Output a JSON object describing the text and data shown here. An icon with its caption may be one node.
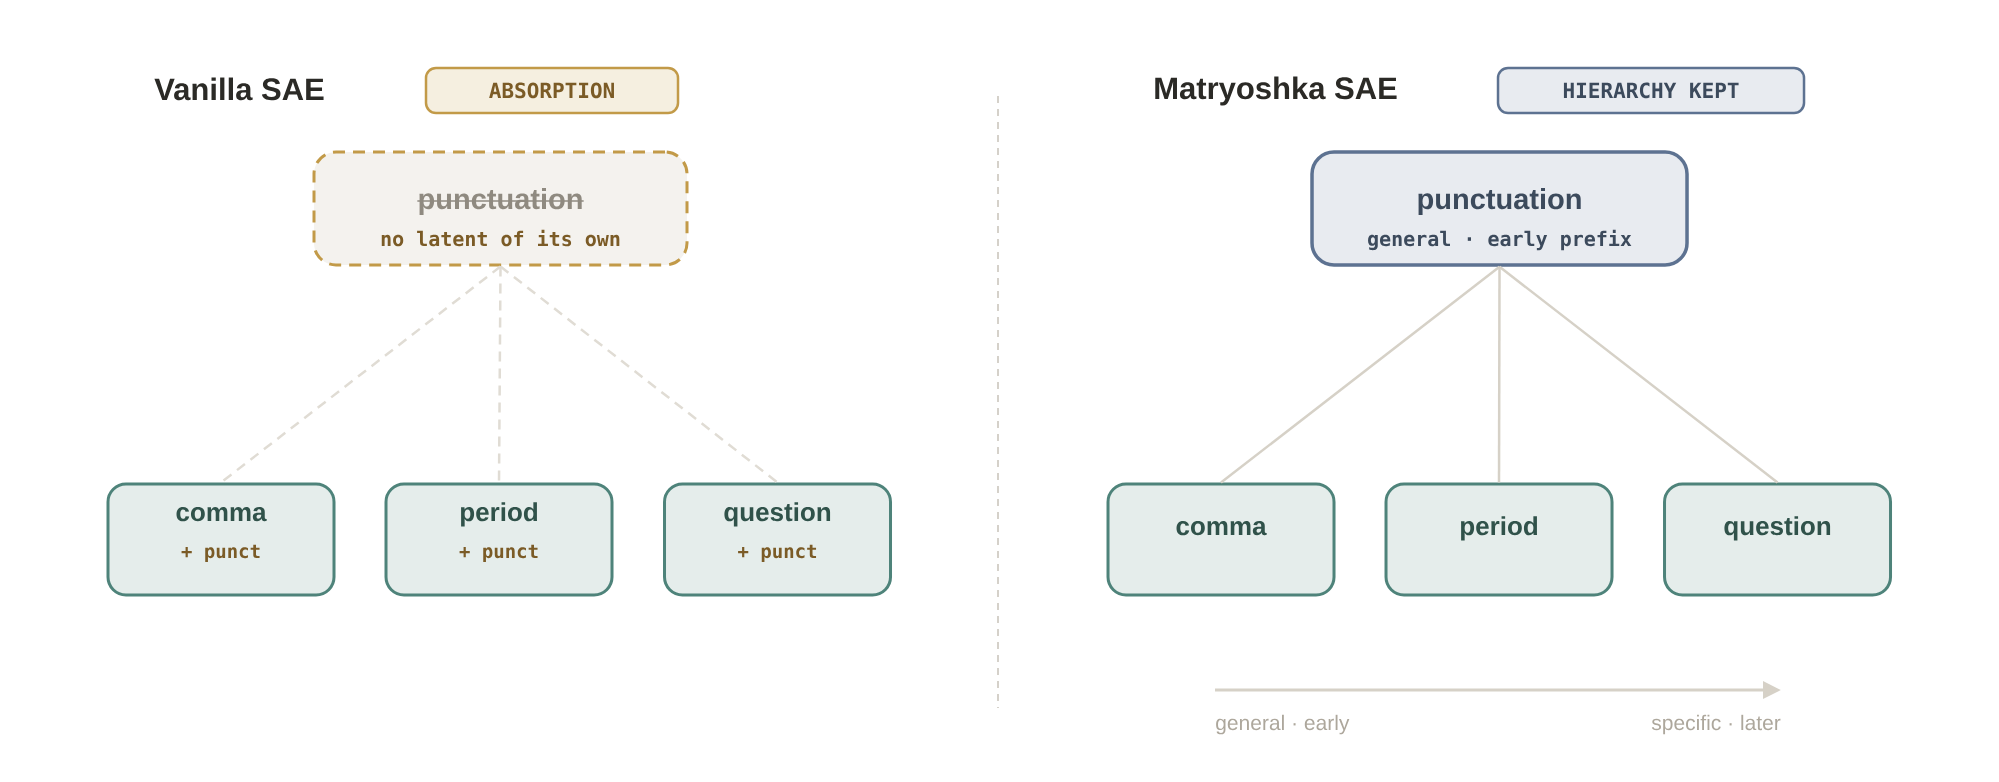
{
  "diagram": {
    "nodes": [
      {
        "text": [
          "ABSORPTION"
        ]
      },
      {
        "text": [
          "punctuation",
          "no latent of its own"
        ]
      },
      {
        "text": [
          "comma",
          "+ punct"
        ]
      },
      {
        "text": [
          "period",
          "+ punct"
        ]
      },
      {
        "text": [
          "question",
          "+ punct"
        ]
      },
      {
        "text": [
          "HIERARCHY KEPT"
        ]
      },
      {
        "text": [
          "punctuation",
          "general · early prefix"
        ]
      },
      {
        "text": [
          "comma"
        ]
      },
      {
        "text": [
          "period"
        ]
      },
      {
        "text": [
          "question"
        ]
      }
    ],
    "edges": [
      {
        "from": 1,
        "to": 2,
        "arrow": "none",
        "style": "dashed"
      },
      {
        "from": 1,
        "to": 3,
        "arrow": "none",
        "style": "dashed"
      },
      {
        "from": 1,
        "to": 4,
        "arrow": "none",
        "style": "dashed"
      },
      {
        "from": 6,
        "to": 7,
        "arrow": "none"
      },
      {
        "from": 6,
        "to": 8,
        "arrow": "none"
      },
      {
        "from": 6,
        "to": 9,
        "arrow": "none"
      }
    ],
    "labels": [
      "Vanilla SAE",
      "Matryoshka SAE",
      "general · early",
      "specific · later"
    ]
  }
}
